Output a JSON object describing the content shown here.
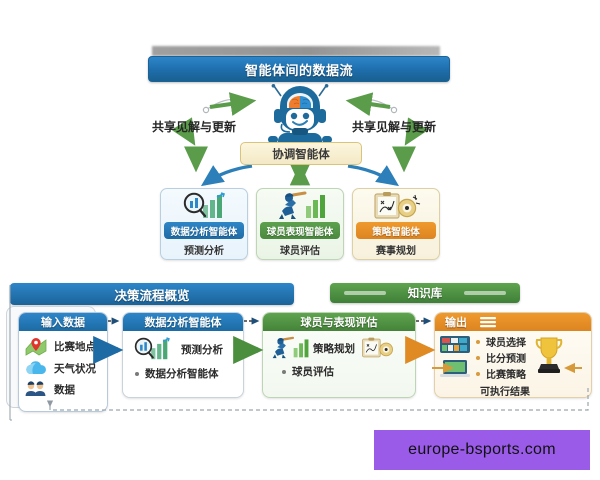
{
  "top_section": {
    "banner_title": "智能体间的数据流",
    "coordinator_label": "协调智能体",
    "share_left": "共享见解与更新",
    "share_right": "共享见解与更新",
    "agents": [
      {
        "name": "数据分析智能体",
        "subtitle": "预测分析",
        "color": "#2f86c6",
        "icon": "magnifier-bar-chart-icon"
      },
      {
        "name": "球员表现智能体",
        "subtitle": "球员评估",
        "color": "#5da14f",
        "icon": "batsman-bar-chart-icon"
      },
      {
        "name": "策略智能体",
        "subtitle": "赛事规划",
        "color": "#ef9a2e",
        "icon": "clipboard-tactics-icon"
      }
    ]
  },
  "bottom_section": {
    "banner_title": "决策流程概览",
    "knowledge_base_title": "知识库",
    "input": {
      "header": "输入数据",
      "items": [
        {
          "label": "比赛地点",
          "icon": "map-pin-icon"
        },
        {
          "label": "天气状况",
          "icon": "cloud-icon"
        },
        {
          "label": "数据",
          "icon": "people-icon"
        }
      ]
    },
    "analysis": {
      "header": "数据分析智能体",
      "main_label": "预测分析",
      "bullets": [
        "数据分析智能体"
      ],
      "icon": "magnifier-bar-chart-icon"
    },
    "evaluation": {
      "header": "球员与表现评估",
      "main_label": "策略规划",
      "bullets": [
        "球员评估"
      ],
      "icons": [
        "batsman-bar-chart-icon",
        "clipboard-tactics-icon"
      ]
    },
    "output": {
      "header": "输出",
      "menu_icon": "hamburger-menu-icon",
      "bullets": [
        "球员选择",
        "比分预测",
        "比赛策略"
      ],
      "result_label": "可执行结果",
      "icons": [
        "scoreboard-icon",
        "laptop-icon",
        "trophy-icon"
      ]
    }
  },
  "watermark": {
    "text": "europe-bsports.com",
    "bg": "#9a5ce8"
  },
  "colors": {
    "blue": "#2d86c9",
    "dark_blue": "#1b6399",
    "green": "#5fa44f",
    "dark_green": "#3f7f38",
    "orange": "#ef9a2e",
    "cream": "#fdf6de",
    "arrow_green": "#5a9c4a",
    "arrow_blue": "#1f6ca6"
  }
}
